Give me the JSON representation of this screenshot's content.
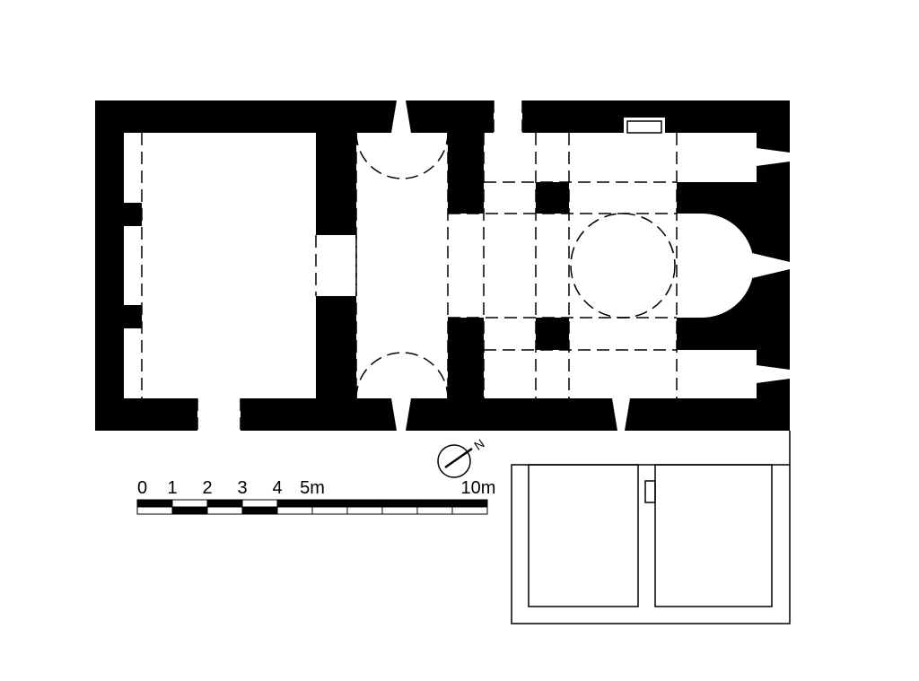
{
  "scale_bar": {
    "ticks": [
      {
        "label": "0",
        "value": 0
      },
      {
        "label": "1",
        "value": 1
      },
      {
        "label": "2",
        "value": 2
      },
      {
        "label": "3",
        "value": 3
      },
      {
        "label": "4",
        "value": 4
      },
      {
        "label": "5m",
        "value": 5
      },
      {
        "label": "10m",
        "value": 10
      }
    ],
    "max_value": 10
  },
  "north_arrow": {
    "label": "N"
  },
  "colors": {
    "wall": "#000000",
    "background": "#ffffff"
  }
}
